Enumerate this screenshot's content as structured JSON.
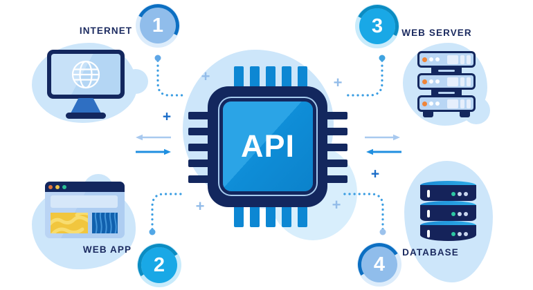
{
  "chip": {
    "label": "API"
  },
  "nodes": [
    {
      "id": "internet",
      "label": "INTERNET",
      "badge": "1",
      "icon": "monitor-globe"
    },
    {
      "id": "web-app",
      "label": "WEB APP",
      "badge": "2",
      "icon": "browser-window"
    },
    {
      "id": "web-server",
      "label": "WEB SERVER",
      "badge": "3",
      "icon": "server-rack"
    },
    {
      "id": "database",
      "label": "DATABASE",
      "badge": "4",
      "icon": "database-cylinders"
    }
  ],
  "decor": {
    "plus_glyph": "+"
  },
  "colors": {
    "navy": "#13275e",
    "chip_face": "#0f8ed8",
    "chip_face_light": "#2ba4e6",
    "pin_blue": "#0d87d3",
    "outline_light": "#a6cbee",
    "blob": "#cde6fa",
    "blob_light": "#d8eefc",
    "badge_light_fill": "#90bdeb",
    "badge_cyan_fill": "#19a8e6",
    "arc_on_light": "#0c6fc2",
    "arc_on_cyan": "#0b8cc2",
    "halo_light": "#dcecfb",
    "halo_cyan": "#c8ebfb",
    "arrow_light": "#a8c9ef",
    "arrow_bright": "#1f8fe0",
    "dotted_line": "#3a9de2",
    "label": "#1c2b60",
    "plus_dark": "#1a6cc8",
    "plus_light": "#93bce9",
    "screen_blue": "#b4d6f4",
    "stand_blue": "#2f6fc2",
    "window_body": "#aecdf1",
    "window_header": "#d6e7f9",
    "dot_orange": "#e0743c",
    "dot_yellow": "#edc34a",
    "dot_green": "#2cc095",
    "panel_yellow": "#f1c63e",
    "panel_yellow_wave": "#f8dd70",
    "panel_blue": "#1160ad",
    "panel_blue_wave": "#4496da",
    "server_panel": "#b9d6f4",
    "server_slot": "#e6effc",
    "server_led_orange": "#ef8538",
    "db_navy": "#15235a",
    "db_top1": "#1b8ad4",
    "db_top2": "#2fade8",
    "db_dot_green": "#2dc9a2",
    "db_dot_light": "#c9d6ef"
  }
}
